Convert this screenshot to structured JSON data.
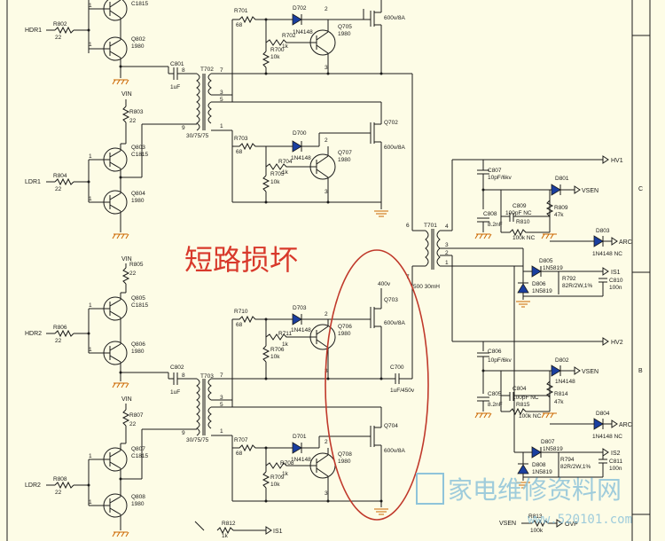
{
  "annotation": {
    "text": "短路损坏",
    "color": "#d8392b"
  },
  "watermark": {
    "text": "家电维修资料网",
    "url": "www.520101.com",
    "color": "#8fc4da"
  },
  "border_labels": {
    "c": "C",
    "b": "B"
  },
  "inputs": {
    "hdr1": "HDR1",
    "ldr1": "LDR1",
    "hdr2": "HDR2",
    "ldr2": "LDR2"
  },
  "supply": {
    "vin": "VIN"
  },
  "outputs": {
    "hv1": "HV1",
    "hv2": "HV2",
    "vsen": "VSEN",
    "arc": "ARC",
    "is1": "IS1",
    "is2": "IS2",
    "ovp": "OVP"
  },
  "components": {
    "r802": "R802",
    "r802v": "22",
    "q802": "Q802",
    "q802p": "1980",
    "q801p": "C1815",
    "r803": "R803",
    "r803v": "22",
    "q803": "Q803",
    "q803p": "C1815",
    "r804": "R804",
    "r804v": "22",
    "q804": "Q804",
    "q804p": "1980",
    "c801": "C801",
    "c801v": "1uF",
    "t702": "T702",
    "tratio": "30/75/75",
    "r701": "R701",
    "r701v": "68",
    "d702": "D702",
    "d702p": "1N4148",
    "r702": "R702",
    "r702v": "1k",
    "r700": "R700",
    "r700v": "10k",
    "q705": "Q705",
    "q705p": "1980",
    "q701p": "600v/8A",
    "q702": "Q702",
    "q702p": "600v/8A",
    "r703": "R703",
    "r703v": "68",
    "d700": "D700",
    "d700p": "1N4148",
    "r704": "R704",
    "r704v": "1k",
    "r705": "R705",
    "r705v": "10k",
    "q707": "Q707",
    "q707p": "1980",
    "r805": "R805",
    "r805v": "22",
    "q805": "Q805",
    "q805p": "C1815",
    "r806": "R806",
    "r806v": "22",
    "q806": "Q806",
    "q806p": "1980",
    "r807": "R807",
    "r807v": "22",
    "q807": "Q807",
    "q807p": "C1815",
    "r808": "R808",
    "r808v": "22",
    "q808": "Q808",
    "q808p": "1980",
    "c802": "C802",
    "c802v": "1uF",
    "t703": "T703",
    "r710": "R710",
    "r710v": "68",
    "d703": "D703",
    "d703p": "1N4148",
    "r711": "R711",
    "r711v": "1k",
    "r706": "R706",
    "r706v": "10k",
    "q706": "Q706",
    "q706p": "1980",
    "q703": "Q703",
    "q703p": "600v/8A",
    "v400": "400v",
    "c700": "C700",
    "c700v": "1uF/450v",
    "r707": "R707",
    "r707v": "68",
    "d701": "D701",
    "d701p": "1N4148",
    "r708": "R708",
    "r708v": "1k",
    "r709": "R709",
    "r709v": "10k",
    "q708": "Q708",
    "q708p": "1980",
    "q704": "Q704",
    "q704p": "600v/8A",
    "t701": "T701",
    "t701v": "500 30mH",
    "c807": "C807",
    "c807v": "10pF/6kv",
    "d801": "D801",
    "d801p": "1N4148",
    "c808": "C808",
    "c808v": "8.2nF",
    "c809": "C809",
    "c809v": "100pF NC",
    "r809": "R809",
    "r809v": "47k",
    "r810": "R810",
    "r810v": "100k NC",
    "d803": "D803",
    "d803p": "1N4148 NC",
    "d805": "D805",
    "d805p": "1N5819",
    "d806": "D806",
    "d806p": "1N5819",
    "r792": "R792",
    "r792v": "82R/2W,1%",
    "c810": "C810",
    "c810v": "100n",
    "c806": "C806",
    "c806v": "10pF/6kv",
    "d802": "D802",
    "d802p": "1N4148",
    "c805": "C805",
    "c805v": "8.2nF",
    "c804": "C804",
    "c804v": "100pF NC",
    "r814": "R814",
    "r814v": "47k",
    "r815": "R815",
    "r815v": "100k NC",
    "d804": "D804",
    "d804p": "1N4148 NC",
    "d807": "D807",
    "d807p": "1N5819",
    "d808": "D808",
    "d808p": "1N5819",
    "r794": "R794",
    "r794v": "82R/2W,1%",
    "c811": "C811",
    "c811v": "100n",
    "r812": "R812",
    "r812v": "1k",
    "r813": "R813",
    "r813v": "100k"
  }
}
